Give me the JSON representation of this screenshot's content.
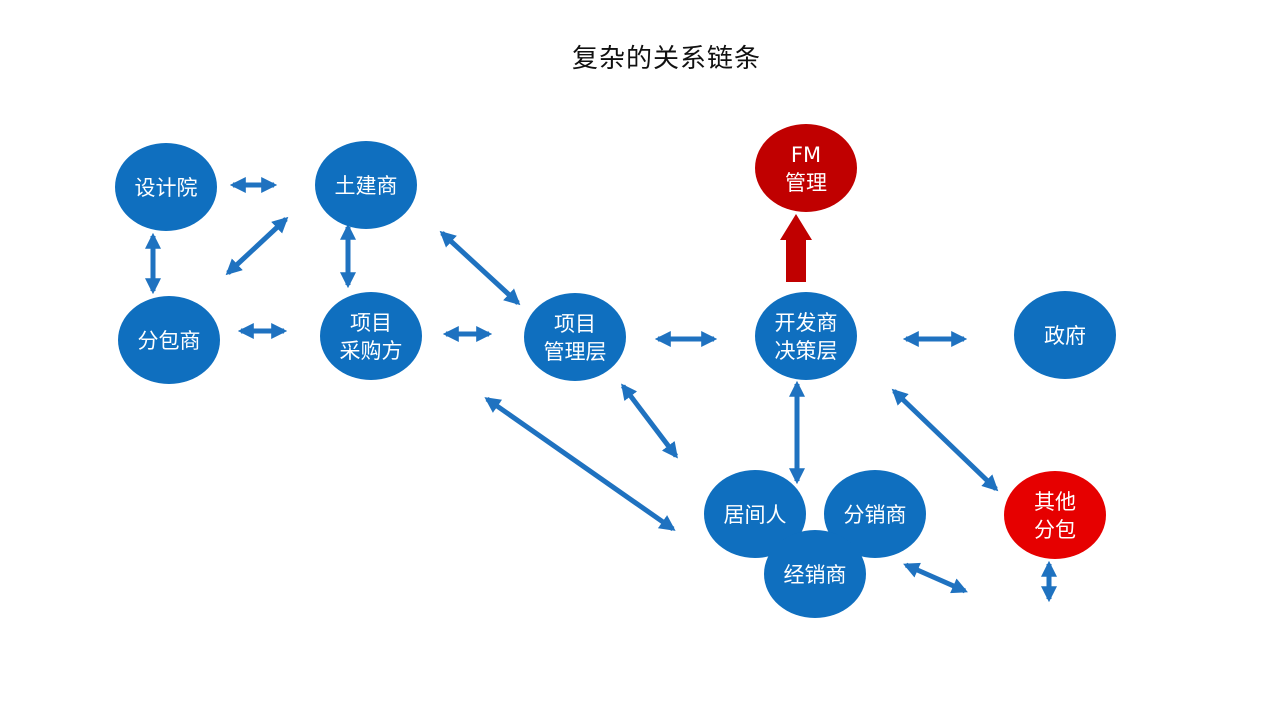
{
  "title": "复杂的关系链条",
  "colors": {
    "node": "#0f6fbf",
    "highlight": "#c00000",
    "highlight_alt": "#e60000",
    "arrow": "#1f72c0",
    "text": "#ffffff"
  },
  "nodes": {
    "design_institute": {
      "lines": [
        "设计院"
      ]
    },
    "civil_contractor": {
      "lines": [
        "土建商"
      ]
    },
    "subcontractor": {
      "lines": [
        "分包商"
      ]
    },
    "project_procurement": {
      "lines": [
        "项目",
        "采购方"
      ]
    },
    "project_management": {
      "lines": [
        "项目",
        "管理层"
      ]
    },
    "developer_decision": {
      "lines": [
        "开发商",
        "决策层"
      ]
    },
    "government": {
      "lines": [
        "政府"
      ]
    },
    "fm_management": {
      "lines": [
        "FM",
        "管理"
      ]
    },
    "broker": {
      "lines": [
        "居间人"
      ]
    },
    "sub_distributor": {
      "lines": [
        "分销商"
      ]
    },
    "distributor": {
      "lines": [
        "经销商"
      ]
    },
    "other_subcontract": {
      "lines": [
        "其他",
        "分包"
      ]
    }
  }
}
